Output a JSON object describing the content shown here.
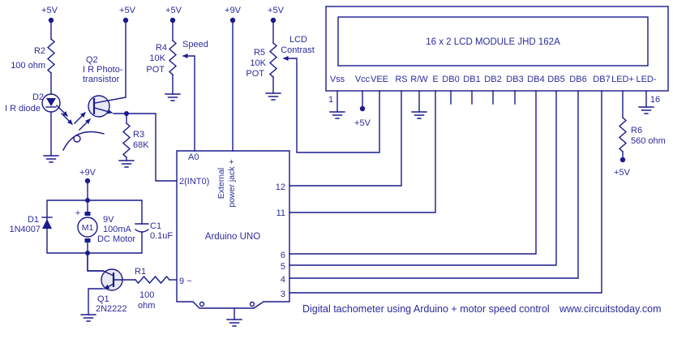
{
  "labels": {
    "v5": "+5V",
    "v9": "+9V"
  },
  "components": {
    "r2": {
      "name": "R2",
      "value": "100 ohm"
    },
    "d2": {
      "name": "D2",
      "value": "I R diode"
    },
    "q2": {
      "name": "Q2",
      "desc1": "I R Photo-",
      "desc2": "transistor"
    },
    "r3": {
      "name": "R3",
      "value": "68K"
    },
    "r4": {
      "name": "R4",
      "value1": "10K",
      "value2": "POT",
      "tag": "Speed"
    },
    "r5": {
      "name": "R5",
      "value1": "10K",
      "value2": "POT",
      "tag1": "LCD",
      "tag2": "Contrast"
    },
    "r6": {
      "name": "R6",
      "value": "560 ohm"
    },
    "r1": {
      "name": "R1",
      "value1": "100",
      "value2": "ohm"
    },
    "q1": {
      "name": "Q1",
      "value": "2N2222"
    },
    "d1": {
      "name": "D1",
      "value": "1N4007"
    },
    "m1": {
      "name": "M1",
      "polarity": "+",
      "value1": "9V",
      "value2": "100mA",
      "value3": "DC Motor"
    },
    "c1": {
      "name": "C1",
      "value": "0.1uF"
    }
  },
  "lcd": {
    "title": "16 x 2 LCD MODULE  JHD  162A",
    "first_pin": "1",
    "last_pin": "16",
    "pins": [
      "Vss",
      "Vcc",
      "VEE",
      "RS",
      "R/W",
      "E",
      "DB0",
      "DB1",
      "DB2",
      "DB3",
      "DB4",
      "DB5",
      "DB6",
      "DB7",
      "LED+",
      "LED-"
    ]
  },
  "arduino": {
    "label": "Arduino UNO",
    "analog_pin": "A0",
    "interrupt_pin": "2(INT0)",
    "pwm_pin": "9 ~",
    "jack_line1": "External",
    "jack_line2": "power jack +",
    "right_pins": [
      "12",
      "11",
      "6",
      "5",
      "4",
      "3"
    ]
  },
  "caption": {
    "text": "Digital tachometer using Arduino + motor speed control",
    "site": "www.circuitstoday.com"
  }
}
